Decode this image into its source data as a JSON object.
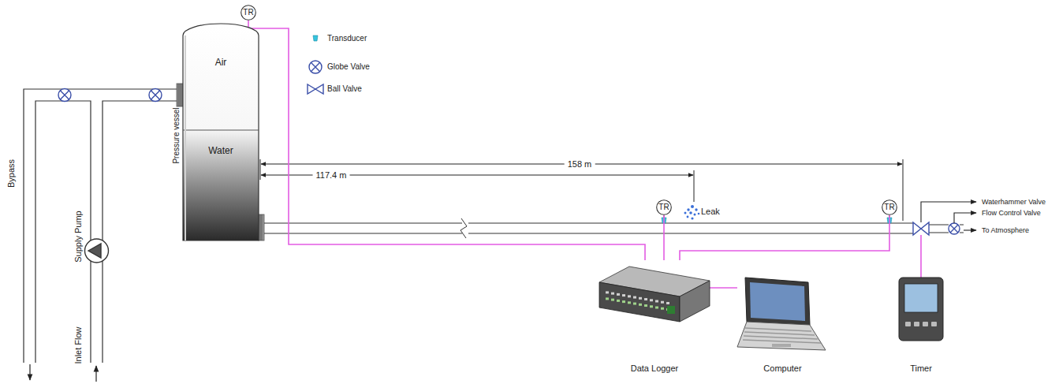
{
  "diagram": {
    "nodes": [
      {
        "text": [
          "Air",
          "Water"
        ]
      },
      {
        "text": [
          "TR"
        ]
      },
      {
        "text": [
          "TR"
        ]
      },
      {
        "text": [
          "TR"
        ]
      },
      {
        "text": [
          "Data Logger"
        ]
      },
      {
        "text": [
          "Computer"
        ]
      },
      {
        "text": [
          "Timer"
        ]
      }
    ],
    "edges": [
      {
        "from": 1,
        "to": 4,
        "arrow": "none"
      },
      {
        "from": 2,
        "to": 4,
        "arrow": "none"
      },
      {
        "from": 3,
        "to": 4,
        "arrow": "none"
      },
      {
        "from": 4,
        "to": 5,
        "arrow": "none"
      }
    ],
    "labels": [
      "Pressure vessel",
      "158 m",
      "117.4 m",
      "Leak",
      "Waterhammer Valve",
      "Flow Control Valve",
      "To Atmosphere",
      "Bypass",
      "Supply Pump",
      "Inlet Flow"
    ],
    "legend": [
      {
        "text": "Transducer"
      },
      {
        "text": "Globe Valve"
      },
      {
        "text": "Ball Valve"
      }
    ]
  }
}
